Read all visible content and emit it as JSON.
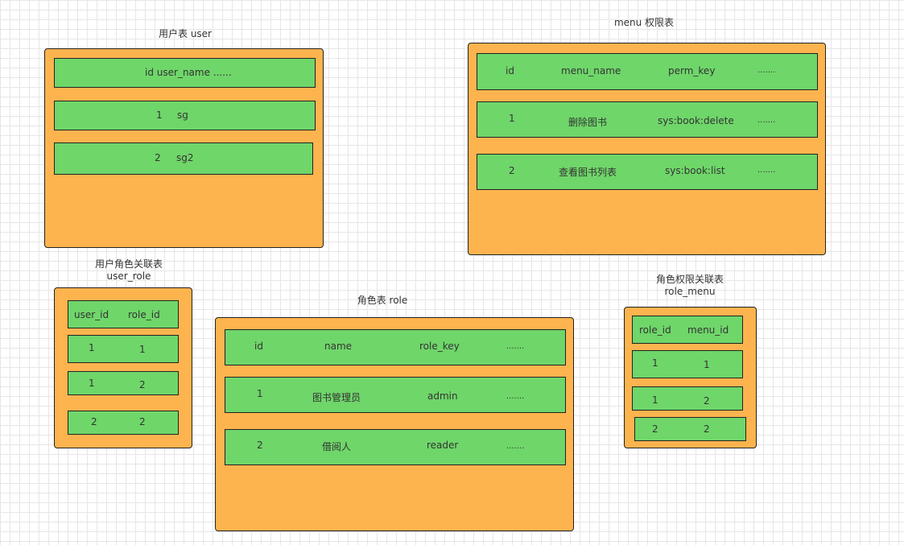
{
  "user_table": {
    "title": "用户表  user",
    "rows": [
      {
        "text": "id user_name ......"
      },
      {
        "id": "1",
        "name": "sg"
      },
      {
        "id": "2",
        "name": "sg2"
      }
    ]
  },
  "menu_table": {
    "title": "menu 权限表",
    "rows": [
      {
        "id": "id",
        "menu_name": "menu_name",
        "perm_key": "perm_key",
        "more": "......."
      },
      {
        "id": "1",
        "menu_name": "删除图书",
        "perm_key": "sys:book:delete",
        "more": "......."
      },
      {
        "id": "2",
        "menu_name": "查看图书列表",
        "perm_key": "sys:book:list",
        "more": "......."
      }
    ]
  },
  "user_role_table": {
    "title_line1": "用户角色关联表",
    "title_line2": "user_role",
    "rows": [
      {
        "a": "user_id",
        "b": "role_id"
      },
      {
        "a": "1",
        "b": "1"
      },
      {
        "a": "1",
        "b": "2"
      },
      {
        "a": "2",
        "b": "2"
      }
    ]
  },
  "role_table": {
    "title": "角色表   role",
    "rows": [
      {
        "id": "id",
        "name": "name",
        "role_key": "role_key",
        "more": "......."
      },
      {
        "id": "1",
        "name": "图书管理员",
        "role_key": "admin",
        "more": "......."
      },
      {
        "id": "2",
        "name": "借阅人",
        "role_key": "reader",
        "more": "......."
      }
    ]
  },
  "role_menu_table": {
    "title_line1": "角色权限关联表",
    "title_line2": "role_menu",
    "rows": [
      {
        "a": "role_id",
        "b": "menu_id"
      },
      {
        "a": "1",
        "b": "1"
      },
      {
        "a": "1",
        "b": "2"
      },
      {
        "a": "2",
        "b": "2"
      }
    ]
  }
}
